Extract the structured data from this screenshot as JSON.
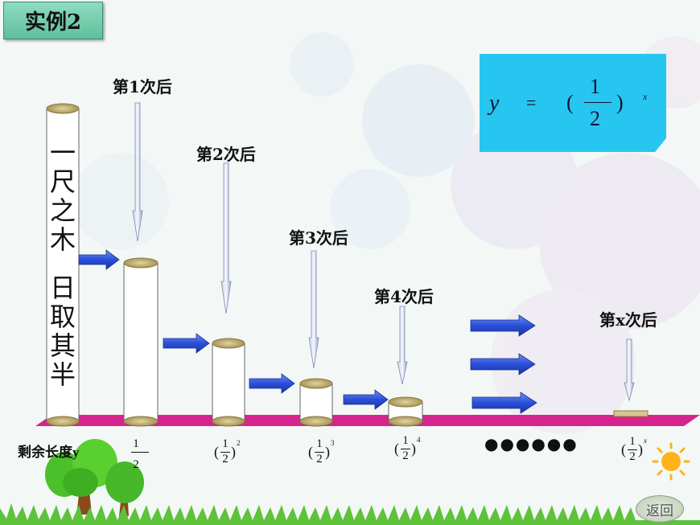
{
  "title": "实例2",
  "steps": [
    {
      "label": "第1次后"
    },
    {
      "label": "第2次后"
    },
    {
      "label": "第3次后"
    },
    {
      "label": "第4次后"
    },
    {
      "label": "第x次后"
    }
  ],
  "proverb": {
    "line1": [
      "一",
      "尺",
      "之",
      "木"
    ],
    "line2": [
      "日",
      "取",
      "其",
      "半"
    ]
  },
  "formula": {
    "y": "y",
    "eq": "=",
    "lparen": "(",
    "num": "1",
    "den": "2",
    "rparen": ")",
    "exp": "x"
  },
  "length_label": "剩余长度y",
  "values": [
    {
      "num": "1",
      "den": "2",
      "exp": ""
    },
    {
      "num": "1",
      "den": "2",
      "exp": "2"
    },
    {
      "num": "1",
      "den": "2",
      "exp": "3"
    },
    {
      "num": "1",
      "den": "2",
      "exp": "4"
    },
    {
      "num": "1",
      "den": "2",
      "exp": "x"
    }
  ],
  "dots": "●●●●●●",
  "back_button": "返回",
  "colors": {
    "accent": "#26c6f0",
    "rail": "#d6248f",
    "arrow": "#2a4fd8",
    "wood": "#c9b77e"
  }
}
